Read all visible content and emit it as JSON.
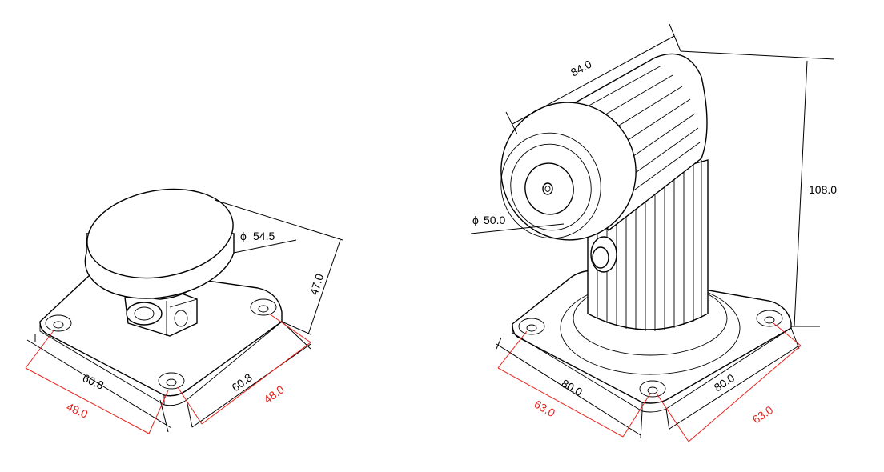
{
  "small_holder": {
    "plate_width_a": "60.8",
    "plate_width_b": "60.8",
    "hole_spacing_a": "48.0",
    "hole_spacing_b": "48.0",
    "height": "47.0",
    "head_diameter": "54.5"
  },
  "large_holder": {
    "length": "84.0",
    "height": "108.0",
    "face_diameter": "50.0",
    "plate_width_a": "80.0",
    "plate_width_b": "80.0",
    "hole_spacing_a": "63.0",
    "hole_spacing_b": "63.0"
  },
  "diameter_symbol": "ϕ",
  "colors": {
    "outline": "#000000",
    "hole_spacing_dimension": "#e8231e"
  }
}
